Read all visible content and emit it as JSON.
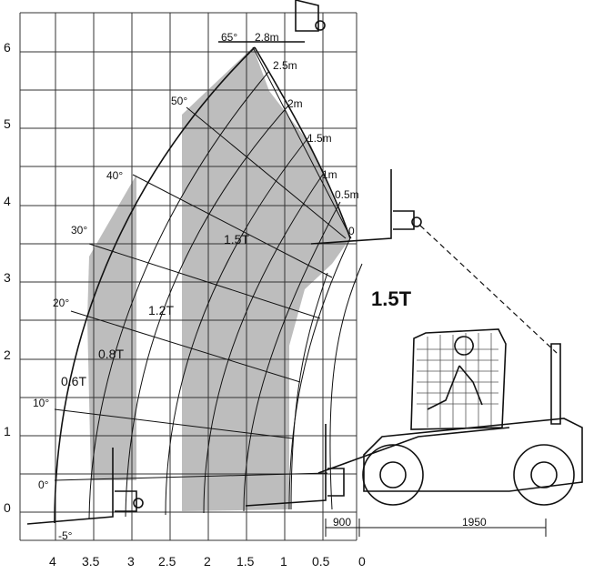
{
  "axes": {
    "x_ticks": [
      "4",
      "3.5",
      "3",
      "2.5",
      "2",
      "1.5",
      "1",
      "0.5",
      "0"
    ],
    "y_ticks": [
      "0",
      "1",
      "2",
      "3",
      "4",
      "5",
      "6"
    ]
  },
  "angle_labels": [
    "65°",
    "50°",
    "40°",
    "30°",
    "20°",
    "10°",
    "0°",
    "-5°"
  ],
  "extension_labels": [
    "2.8m",
    "2.5m",
    "2m",
    "1.5m",
    "1m",
    "0.5m",
    "0"
  ],
  "load_labels": [
    "1.5T",
    "1.2T",
    "0.8T",
    "0.6T"
  ],
  "capacity_label": "1.5T",
  "dimension_labels": [
    "900",
    "1950"
  ]
}
